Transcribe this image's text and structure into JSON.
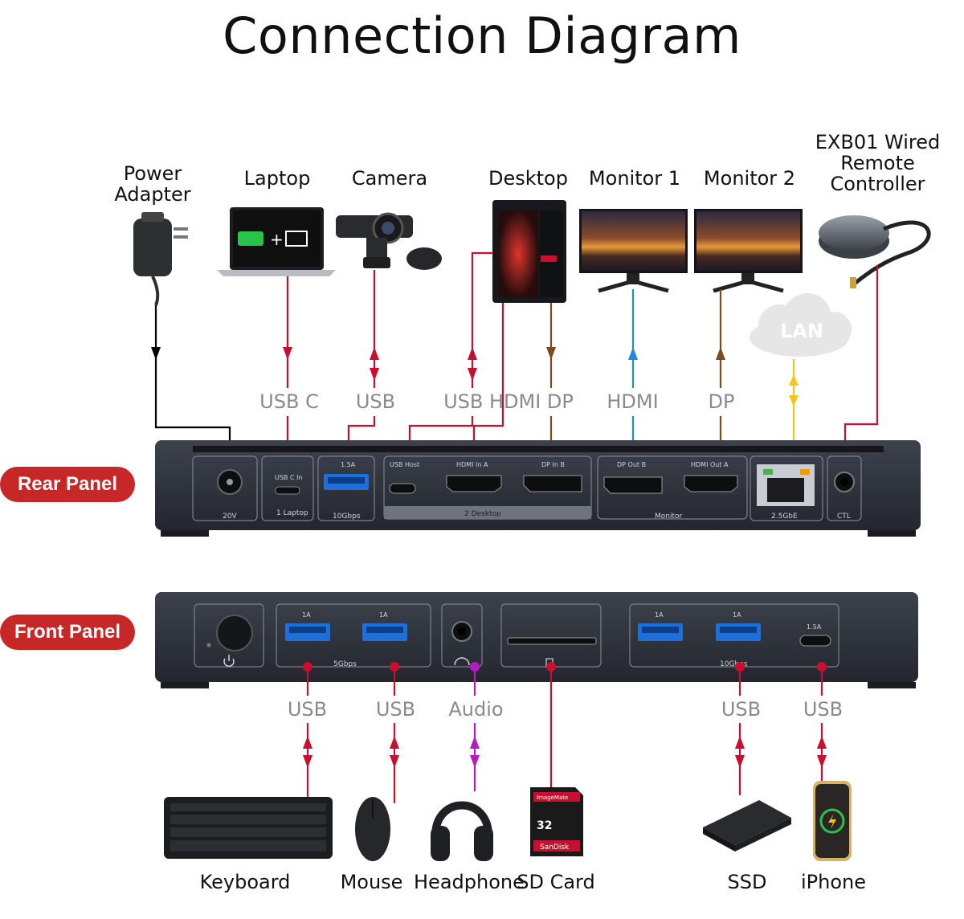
{
  "title": "Connection Diagram",
  "top_devices": {
    "power_adapter": "Power Adapter",
    "laptop": "Laptop",
    "camera": "Camera",
    "desktop": "Desktop",
    "monitor1": "Monitor 1",
    "monitor2": "Monitor 2",
    "controller": "EXB01 Wired Remote Controller",
    "lan": "LAN"
  },
  "top_connections": {
    "usbc": "USB C",
    "usb": "USB",
    "usb_hdmi_dp": "USB HDMI DP",
    "hdmi": "HDMI",
    "dp": "DP"
  },
  "rear_panel": {
    "tag": "Rear Panel",
    "power": "20V",
    "usbc_in": "USB C In",
    "laptop_group": "1 Laptop",
    "amp_1_5": "1.5A",
    "gbps10": "10Gbps",
    "usb_host": "USB Host",
    "hdmi_in_a": "HDMI In A",
    "dp_in_b": "DP In B",
    "desktop_group": "2 Desktop",
    "dp_out_b": "DP Out B",
    "hdmi_out_a": "HDMI Out A",
    "monitor_group": "Monitor",
    "lan_speed": "2.5GbE",
    "ctl": "CTL"
  },
  "front_panel": {
    "tag": "Front Panel",
    "amp_1a": "1A",
    "gbps5": "5Gbps",
    "gbps10": "10Gbps",
    "amp_1_5": "1.5A"
  },
  "bottom_connections": {
    "usb": "USB",
    "audio": "Audio"
  },
  "bottom_devices": {
    "keyboard": "Keyboard",
    "mouse": "Mouse",
    "headphone": "Headphone",
    "sdcard": "SD Card",
    "ssd": "SSD",
    "iphone": "iPhone",
    "sd_brand": "ImageMate",
    "sd_capacity": "32",
    "sd_maker": "SanDisk"
  },
  "colors": {
    "usb": "#c8102e",
    "hdmi": "#1e88e5",
    "dp": "#7a4b1e",
    "lan": "#f5c518",
    "audio": "#b51bbf",
    "power": "#000000",
    "panel_tag": "#c62828"
  }
}
